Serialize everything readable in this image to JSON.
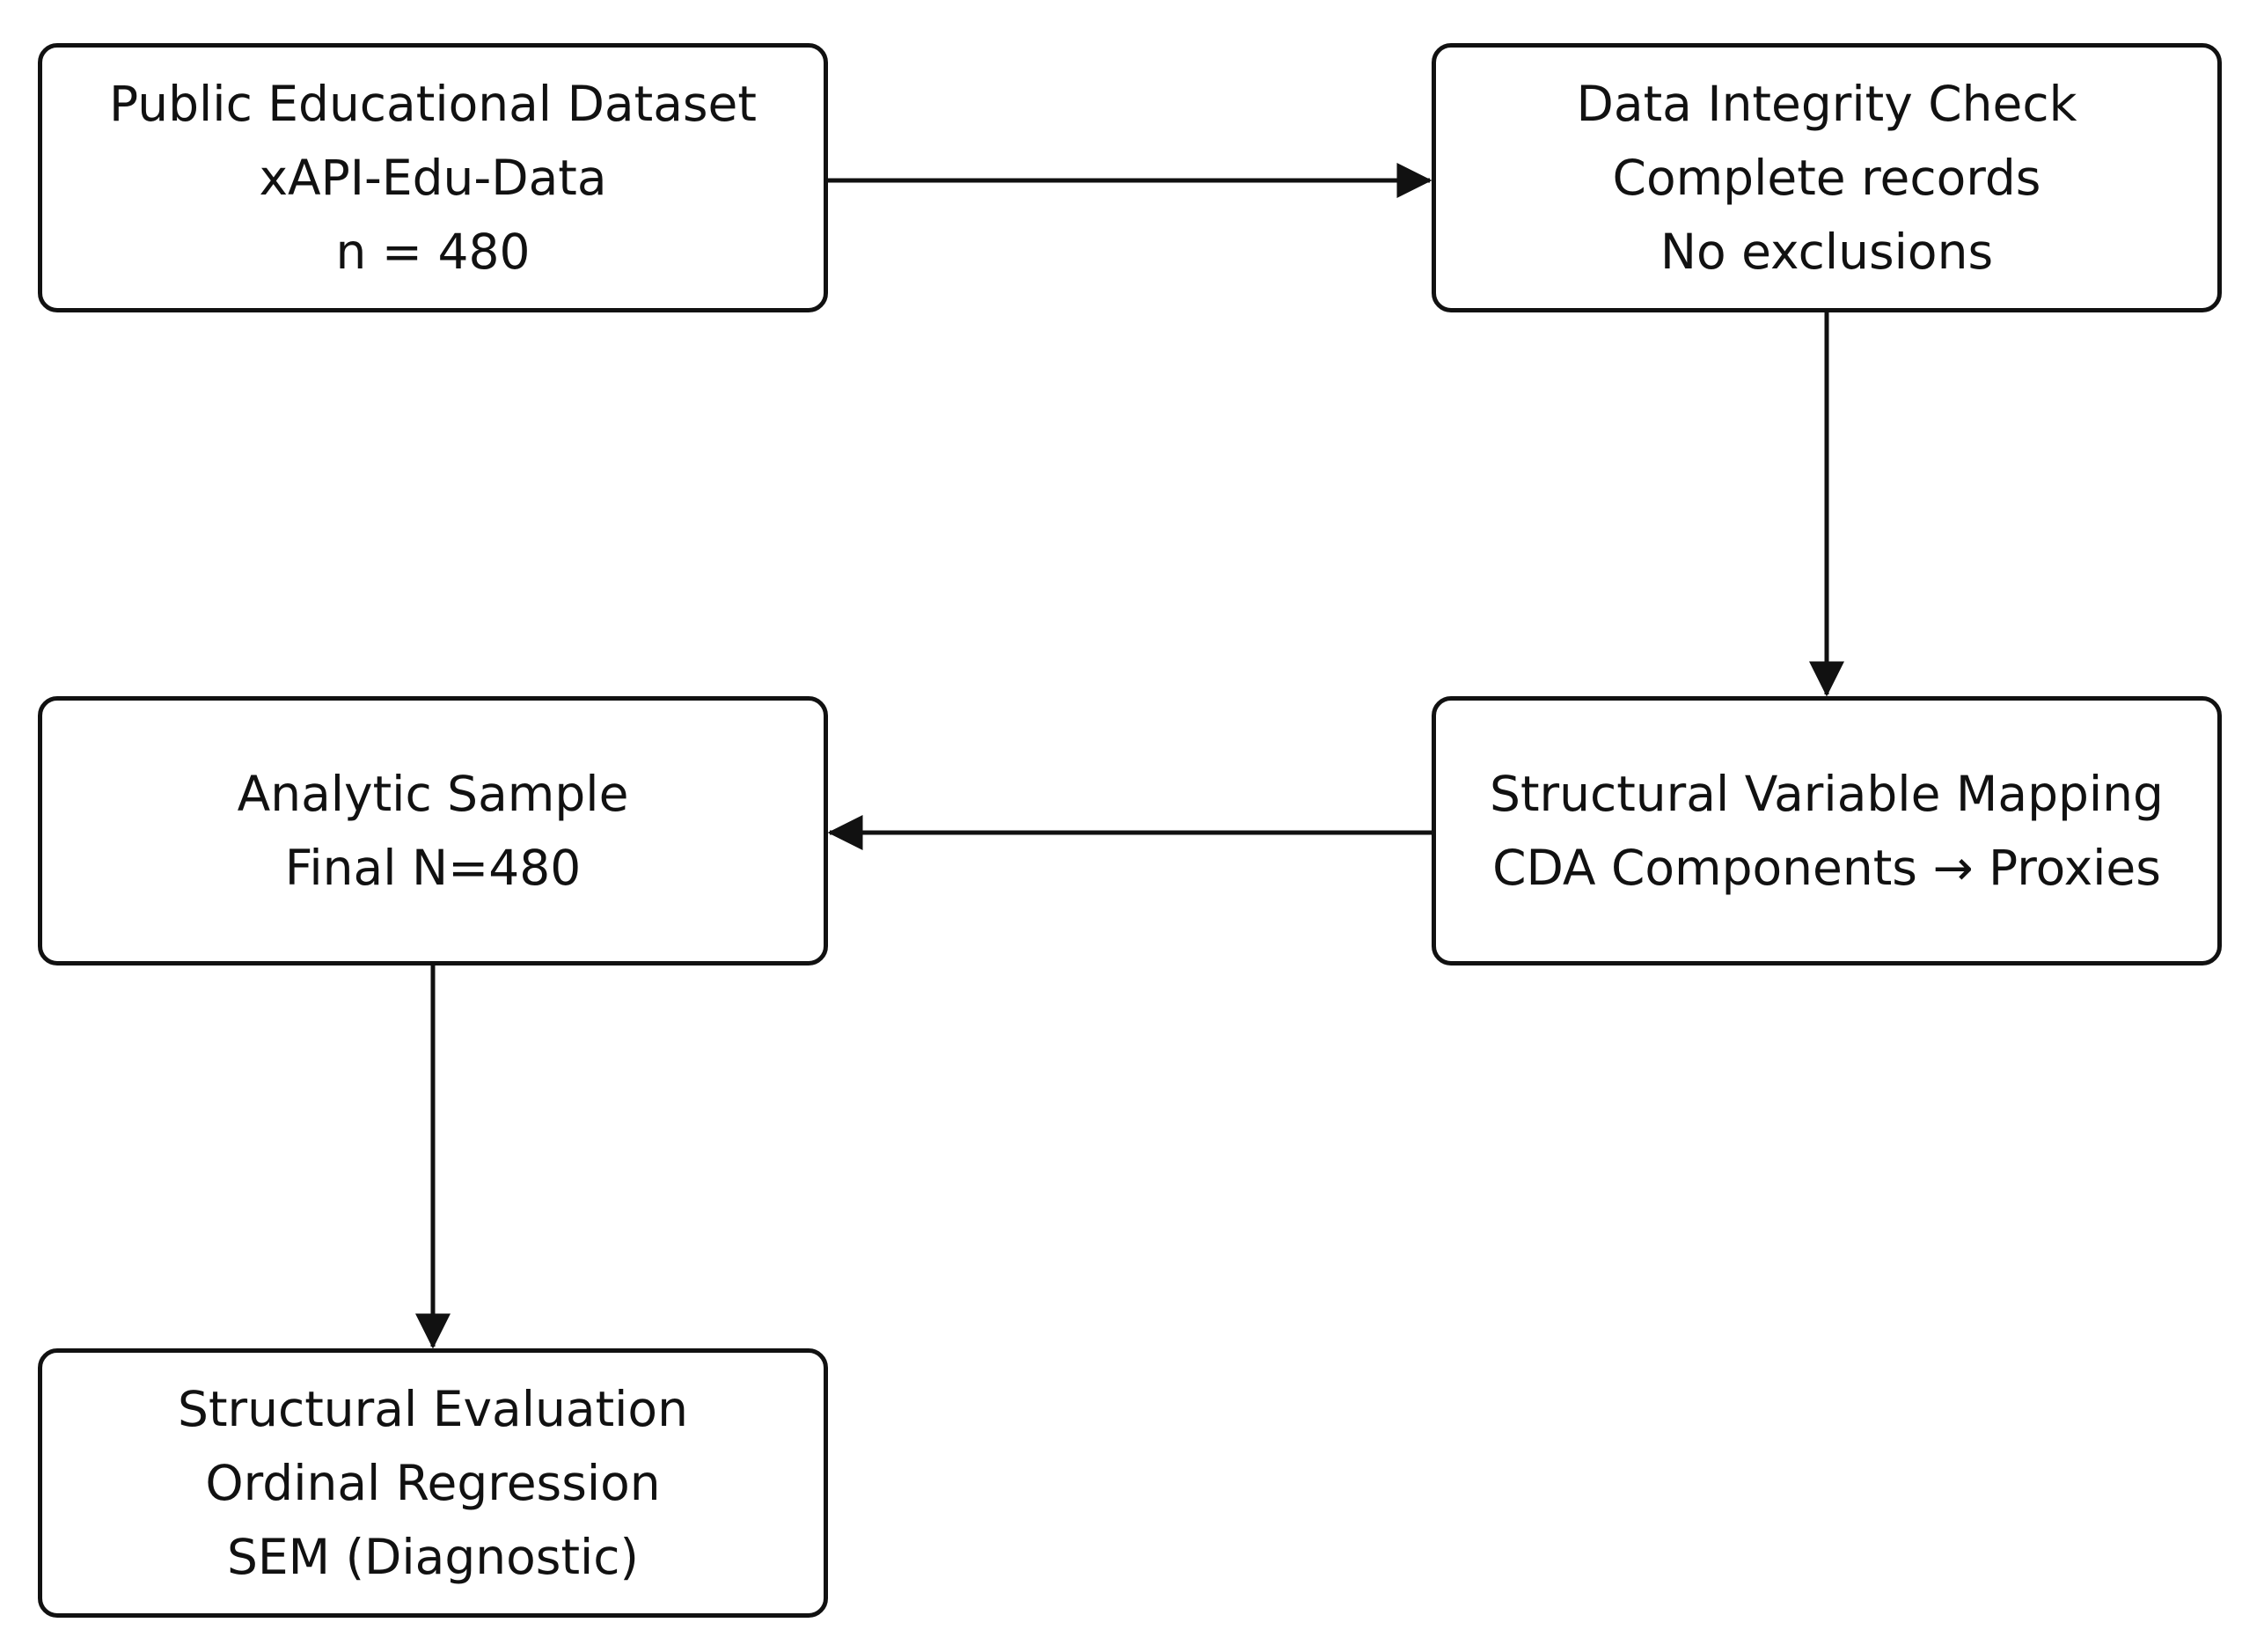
{
  "diagram": {
    "type": "flowchart",
    "nodes": {
      "dataset": {
        "lines": [
          "Public Educational Dataset",
          "xAPI-Edu-Data",
          "n = 480"
        ]
      },
      "integrity": {
        "lines": [
          "Data Integrity Check",
          "Complete records",
          "No exclusions"
        ]
      },
      "mapping": {
        "lines": [
          "Structural Variable Mapping",
          "CDA Components → Proxies"
        ]
      },
      "analytic": {
        "lines": [
          "Analytic Sample",
          "Final N=480"
        ]
      },
      "evaluation": {
        "lines": [
          "Structural Evaluation",
          "Ordinal Regression",
          "SEM (Diagnostic)"
        ]
      }
    },
    "edges": [
      {
        "from": "dataset",
        "to": "integrity"
      },
      {
        "from": "integrity",
        "to": "mapping"
      },
      {
        "from": "mapping",
        "to": "analytic"
      },
      {
        "from": "analytic",
        "to": "evaluation"
      }
    ],
    "colors": {
      "stroke": "#111111",
      "text": "#111111",
      "background": "#ffffff"
    }
  }
}
